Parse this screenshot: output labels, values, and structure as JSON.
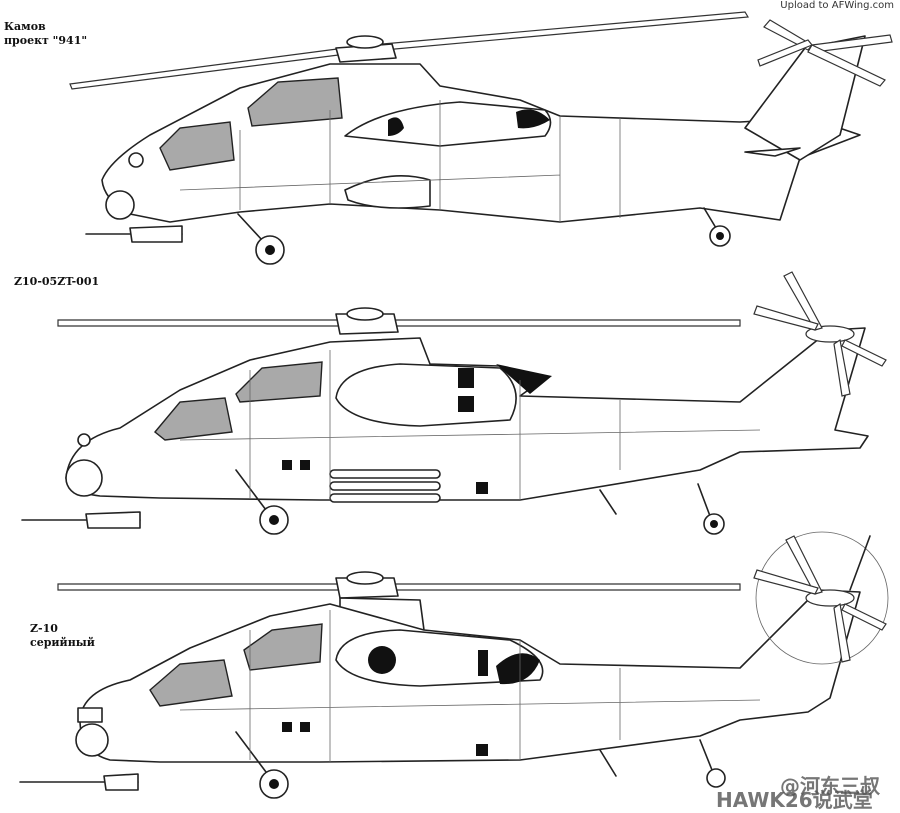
{
  "labels": {
    "top_model": "Камов\nпроект \"941\"",
    "mid_model": "Z10-05ZT-001",
    "bottom_model": "Z-10\nсерийный"
  },
  "watermark": {
    "upload": "Upload to\nAFWing.com",
    "footer": "HAWK26说武堂",
    "handle": "@河东三叔"
  },
  "colors": {
    "line": "#222222",
    "glass": "#a9a9a9",
    "background": "#ffffff"
  },
  "icons": [
    "helicopter-side-view"
  ]
}
